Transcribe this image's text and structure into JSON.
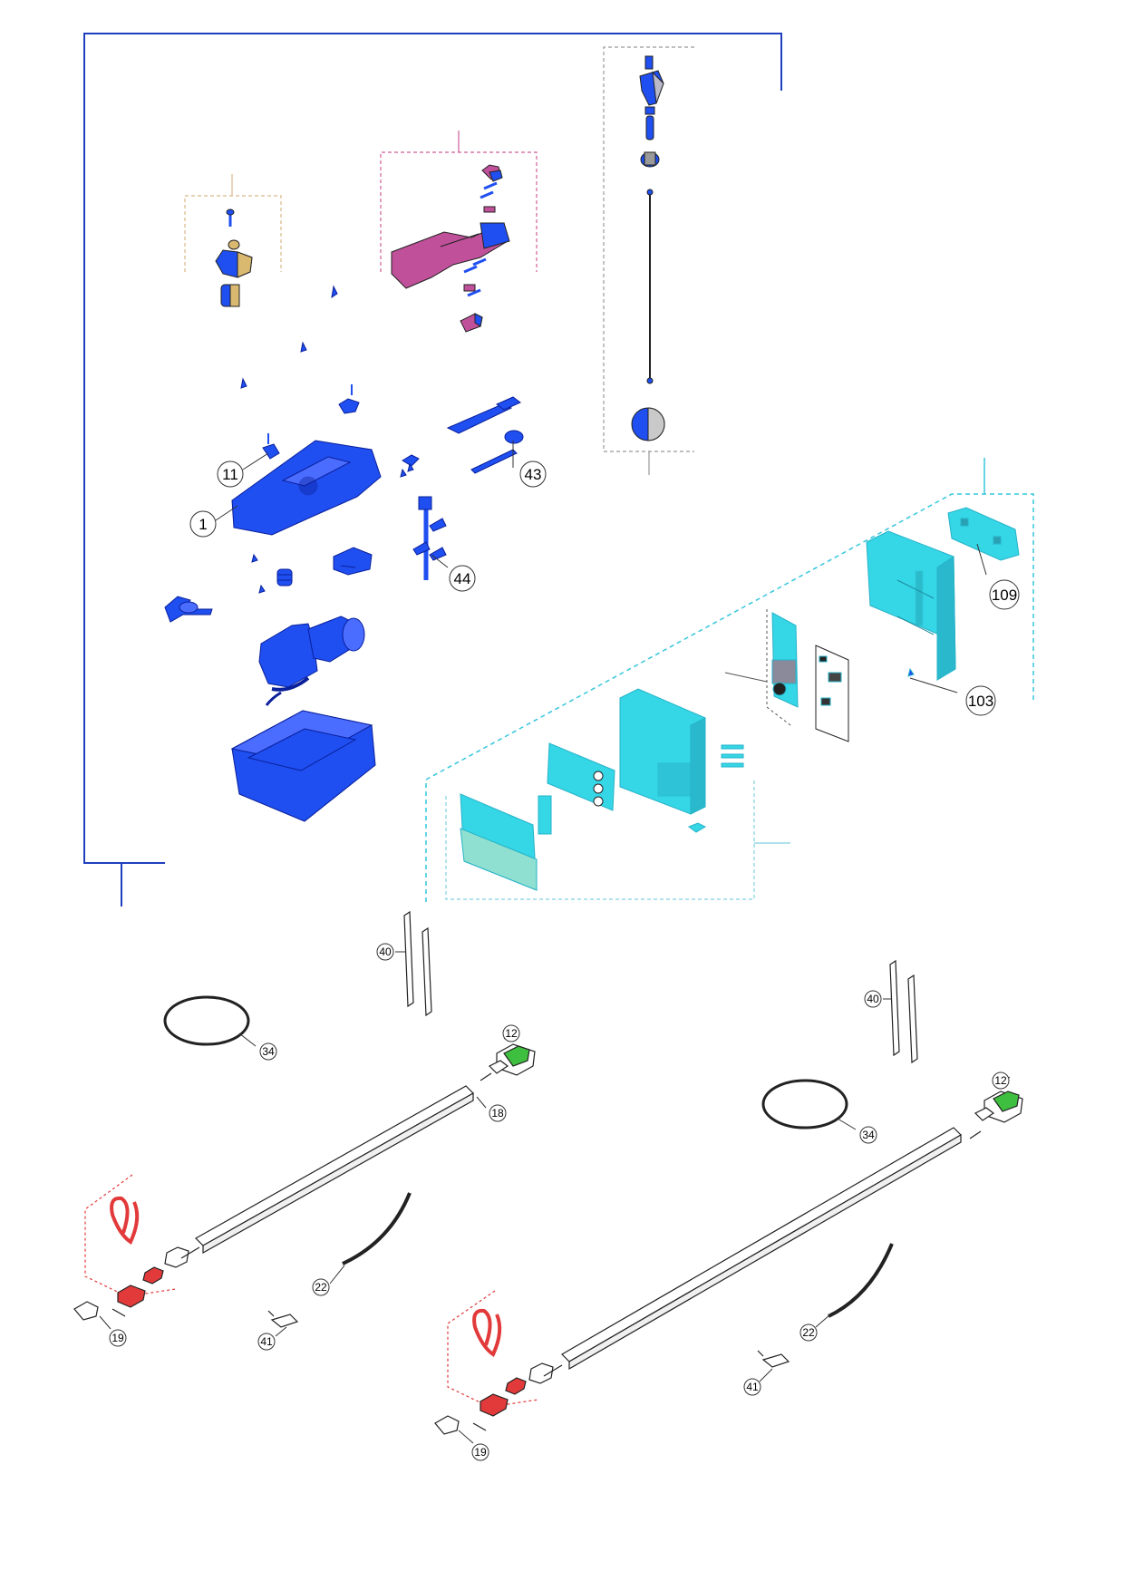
{
  "colors": {
    "frame_blue": "#1f3fbf",
    "part_blue": "#1f4ff0",
    "part_blue_dark": "#0a1f9a",
    "magenta": "#c0509a",
    "magenta_outline": "#d05d9a",
    "cyan": "#35d6e6",
    "cyan_outline": "#26b3c8",
    "red": "#e23a3a",
    "green": "#3fbf3f",
    "tan": "#d9b870",
    "outline": "#222222",
    "callout_circle": "#333333"
  },
  "callouts": {
    "c1": "1",
    "c11": "11",
    "c43": "43",
    "c44": "44",
    "c109": "109",
    "c103": "103",
    "c40a": "40",
    "c40b": "40",
    "c34a": "34",
    "c34b": "34",
    "c12a": "12",
    "c12b": "12",
    "c18": "18",
    "c22a": "22",
    "c22b": "22",
    "c19a": "19",
    "c19b": "19",
    "c41a": "41",
    "c41b": "41"
  }
}
